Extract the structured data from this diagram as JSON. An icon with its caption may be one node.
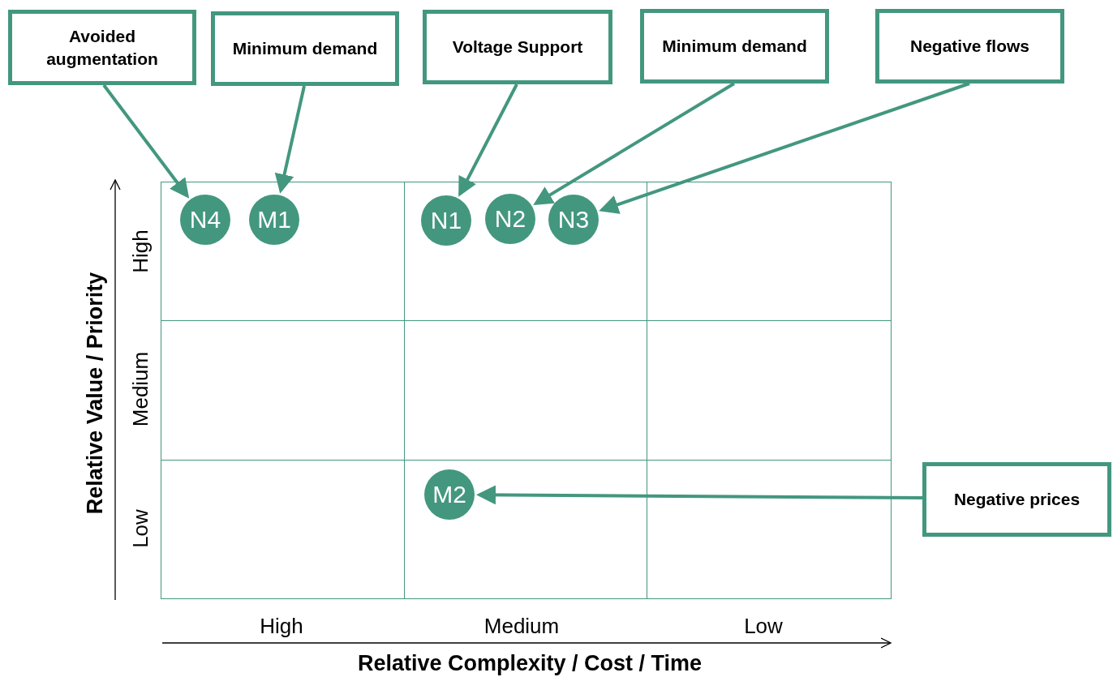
{
  "diagram": {
    "nodes": [
      {
        "text": [
          "Avoided augmentation"
        ]
      },
      {
        "text": [
          "Minimum demand"
        ]
      },
      {
        "text": [
          "Voltage Support"
        ]
      },
      {
        "text": [
          "Minimum demand"
        ]
      },
      {
        "text": [
          "Negative flows"
        ]
      },
      {
        "text": [
          "Negative prices"
        ]
      },
      {
        "text": [
          "N4"
        ]
      },
      {
        "text": [
          "M1"
        ]
      },
      {
        "text": [
          "N1"
        ]
      },
      {
        "text": [
          "N2"
        ]
      },
      {
        "text": [
          "N3"
        ]
      },
      {
        "text": [
          "M2"
        ]
      }
    ],
    "edges": [
      {
        "from": 0,
        "to": 6,
        "arrow": "to"
      },
      {
        "from": 1,
        "to": 7,
        "arrow": "to"
      },
      {
        "from": 2,
        "to": 8,
        "arrow": "to"
      },
      {
        "from": 3,
        "to": 9,
        "arrow": "to"
      },
      {
        "from": 4,
        "to": 10,
        "arrow": "to"
      },
      {
        "from": 5,
        "to": 11,
        "arrow": "to"
      }
    ],
    "labels": [
      "Relative Value / Priority",
      "High",
      "Medium",
      "Low",
      "High",
      "Medium",
      "Low",
      "Relative Complexity / Cost / Time"
    ]
  }
}
